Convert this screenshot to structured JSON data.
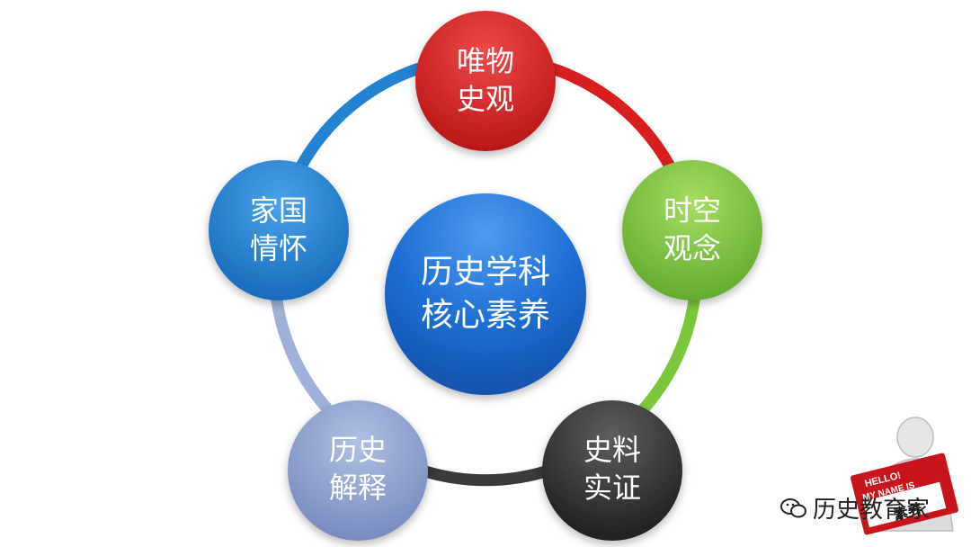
{
  "center": {
    "line1": "历史学科",
    "line2": "核心素养",
    "color": "#1f6fd4"
  },
  "nodes": [
    {
      "id": "materialism",
      "line1": "唯物",
      "line2": "史观",
      "color": "#d81e1e"
    },
    {
      "id": "spacetime",
      "line1": "时空",
      "line2": "观念",
      "color": "#7cc63c"
    },
    {
      "id": "evidence",
      "line1": "史料",
      "line2": "实证",
      "color": "#2e2e2e"
    },
    {
      "id": "interpretation",
      "line1": "历史",
      "line2": "解释",
      "color": "#8fa3cf"
    },
    {
      "id": "patriotism",
      "line1": "家国",
      "line2": "情怀",
      "color": "#2382d1"
    }
  ],
  "watermark": {
    "text": "历史教育家",
    "icon": "wechat-icon"
  },
  "mascot": {
    "icon": "hello-my-name-is-figure-icon",
    "badge_line1": "HELLO!",
    "badge_line2": "MY NAME IS",
    "badge_line3": "素养"
  }
}
